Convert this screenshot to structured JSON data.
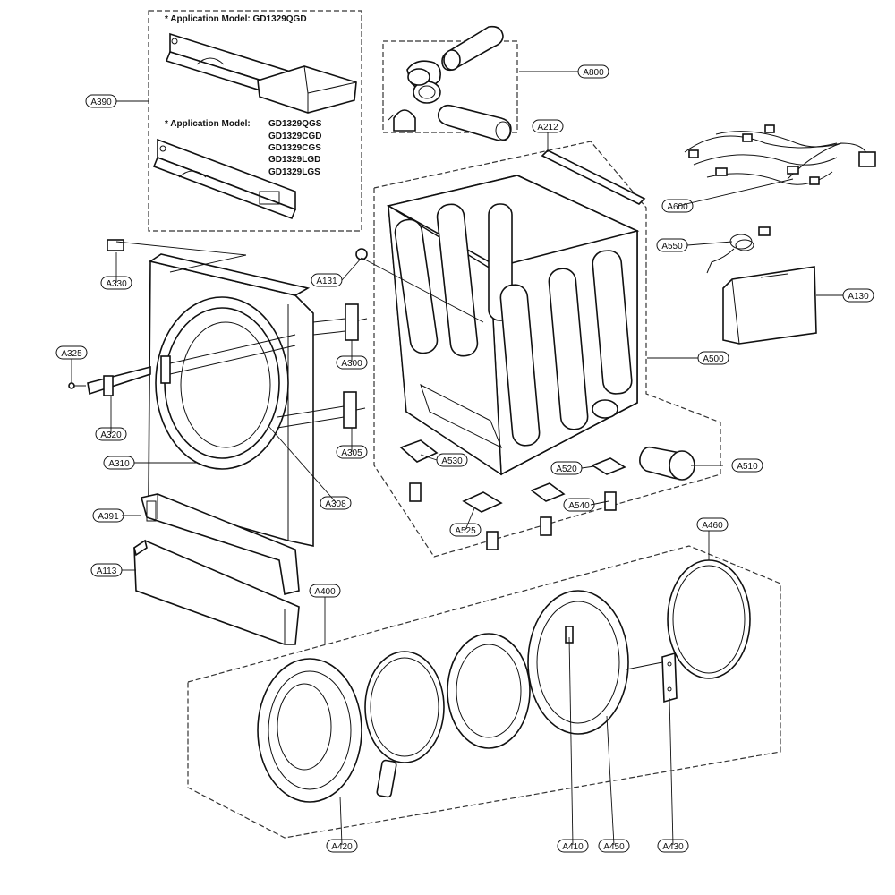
{
  "notes": {
    "top_prefix": "* Application Model: ",
    "top_model": "GD1329QGD",
    "bottom_prefix": "* Application Model: ",
    "bottom_models": [
      "GD1329QGS",
      "GD1329CGD",
      "GD1329CGS",
      "GD1329LGD",
      "GD1329LGS"
    ]
  },
  "callouts": {
    "A390": "A390",
    "A800": "A800",
    "A212": "A212",
    "A600": "A600",
    "A550": "A550",
    "A130": "A130",
    "A131": "A131",
    "A330": "A330",
    "A325": "A325",
    "A300": "A300",
    "A500": "A500",
    "A320": "A320",
    "A305": "A305",
    "A310": "A310",
    "A530": "A530",
    "A510": "A510",
    "A520": "A520",
    "A308": "A308",
    "A540": "A540",
    "A525": "A525",
    "A391": "A391",
    "A460": "A460",
    "A113": "A113",
    "A400": "A400",
    "A410": "A410",
    "A450": "A450",
    "A430": "A430",
    "A420": "A420"
  },
  "colors": {
    "line": "#111111",
    "background": "#ffffff"
  }
}
